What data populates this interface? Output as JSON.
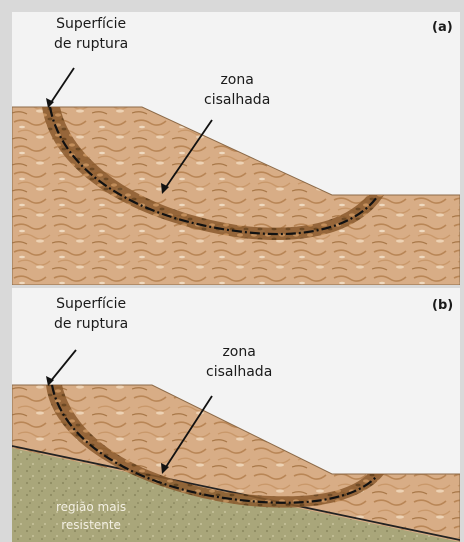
{
  "panels": [
    {
      "letter": "(a)",
      "surface_label": [
        "Superfície",
        "de ruptura"
      ],
      "zone_label": [
        "zona",
        "cisalhada"
      ]
    },
    {
      "letter": "(b)",
      "surface_label": [
        "Superfície",
        "de ruptura"
      ],
      "zone_label": [
        "zona",
        "cisalhada"
      ],
      "region_label": [
        "região mais",
        "resistente"
      ]
    }
  ],
  "colors": {
    "soil": "#d8ad86",
    "soil_dark": "#a06f43",
    "shear_zone": "#7a4f26",
    "resistant_region": "#a9a67a",
    "line": "#111111",
    "background": "#f3f3f3"
  }
}
